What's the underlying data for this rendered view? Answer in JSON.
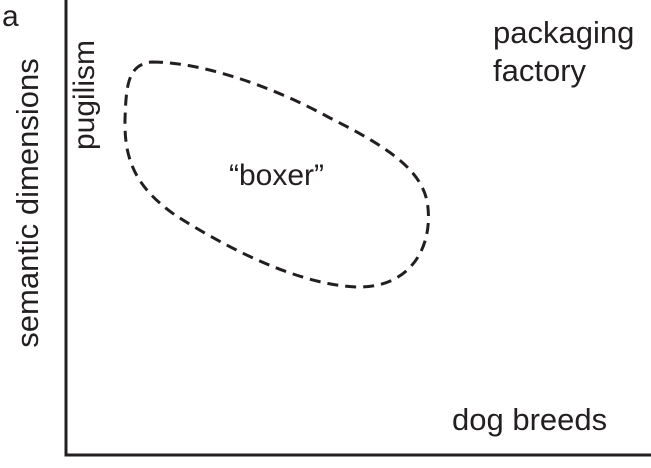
{
  "panel": {
    "letter": "a"
  },
  "axes": {
    "y_label": "semantic dimensions"
  },
  "regions": {
    "top_right_line1": "packaging",
    "top_right_line2": "factory",
    "left_vertical": "pugilism",
    "bottom_right": "dog breeds"
  },
  "cluster": {
    "label": "“boxer”"
  },
  "colors": {
    "ink": "#231f20",
    "background": "#ffffff"
  }
}
